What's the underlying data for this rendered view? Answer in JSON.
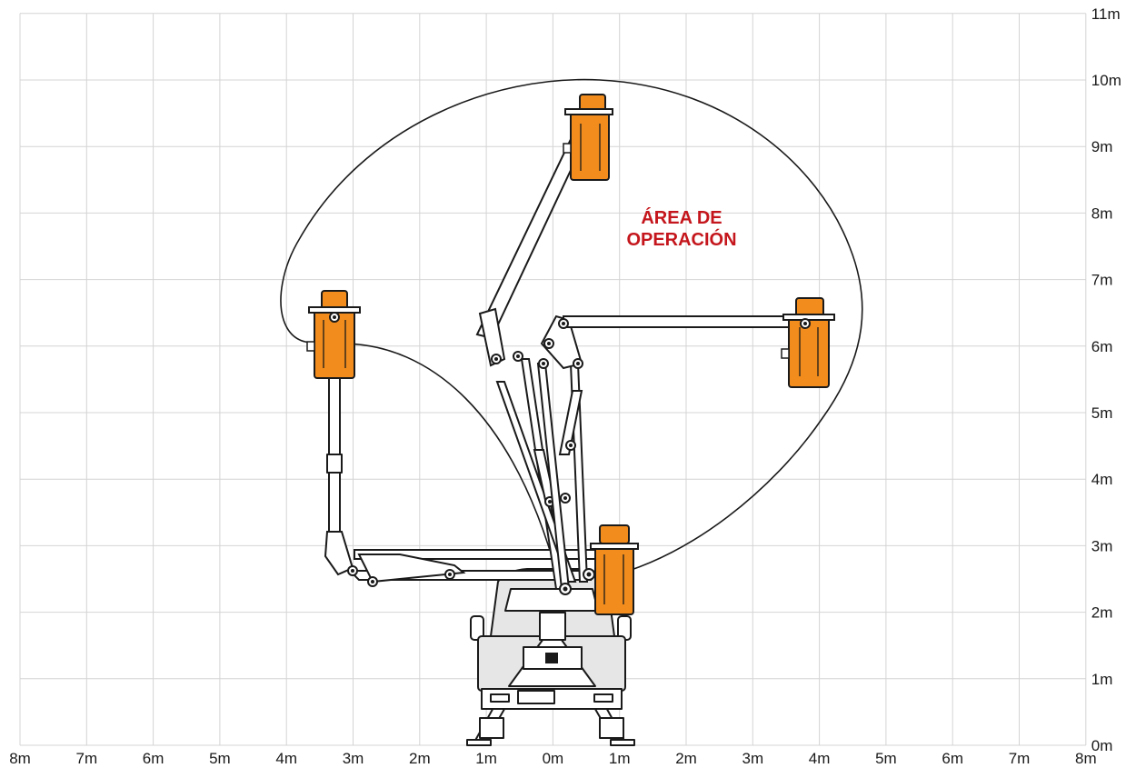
{
  "diagram": {
    "x_axis_labels": [
      "8m",
      "7m",
      "6m",
      "5m",
      "4m",
      "3m",
      "2m",
      "1m",
      "0m",
      "1m",
      "2m",
      "3m",
      "4m",
      "5m",
      "6m",
      "7m",
      "8m"
    ],
    "y_axis_labels": [
      "0m",
      "1m",
      "2m",
      "3m",
      "4m",
      "5m",
      "6m",
      "7m",
      "8m",
      "9m",
      "10m",
      "11m"
    ],
    "area_label": [
      "ÁREA DE",
      "OPERACIÓN"
    ],
    "colors": {
      "basket": "#f28c1c",
      "area_label": "#c4161c",
      "grid": "#d4d4d4",
      "truck": "#e6e6e6",
      "ink": "#1a1a1a"
    }
  }
}
